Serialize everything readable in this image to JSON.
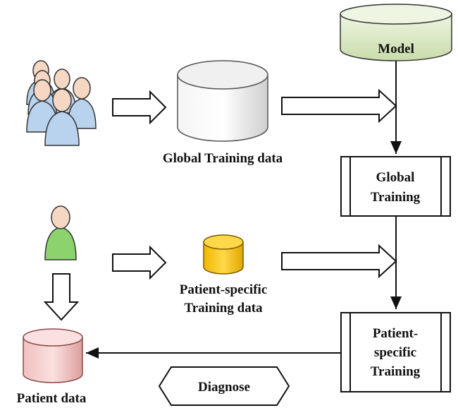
{
  "labels": {
    "model": "Model",
    "global_training_data": "Global Training data",
    "global_training_line1": "Global",
    "global_training_line2": "Training",
    "patient_specific_data_line1": "Patient-specific",
    "patient_specific_data_line2": "Training data",
    "patient_specific_training_line1": "Patient-",
    "patient_specific_training_line2": "specific",
    "patient_specific_training_line3": "Training",
    "diagnose": "Diagnose",
    "patient_data": "Patient data"
  },
  "colors": {
    "model_fill": "#dbe8c4",
    "global_db_fill": "#e6e6e6",
    "patient_db_fill": "#f5c400",
    "patient_data_fill": "#f2c6c6",
    "group_person_fill": "#b9d3ee",
    "single_person_fill": "#8cd36e",
    "skin": "#f6d7c3"
  },
  "icons": {
    "group": "people-group-icon",
    "single": "person-icon"
  }
}
